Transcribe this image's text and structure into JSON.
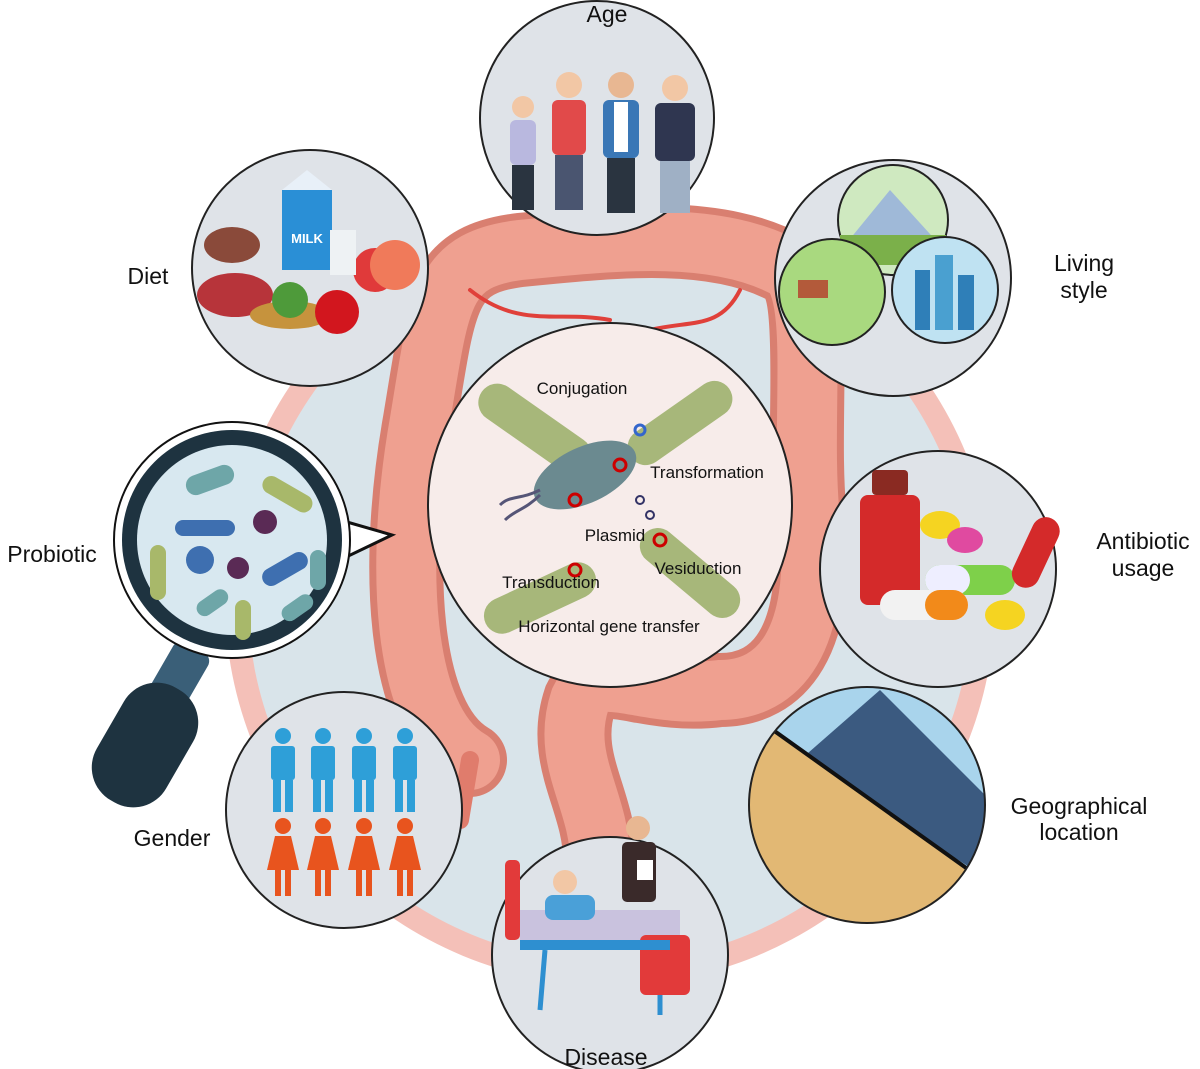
{
  "labels": {
    "age": "Age",
    "diet": "Diet",
    "living_style": [
      "Living",
      "style"
    ],
    "probiotic": "Probiotic",
    "antibiotic_usage": [
      "Antibiotic",
      "usage"
    ],
    "gender": "Gender",
    "geographical_location": [
      "Geographical",
      "location"
    ],
    "disease": "Disease"
  },
  "center": {
    "title": "Horizontal gene transfer",
    "mechanisms": {
      "conjugation": "Conjugation",
      "transformation": "Transformation",
      "plasmid": "Plasmid",
      "transduction": "Transduction",
      "vesiduction": "Vesiduction"
    }
  },
  "diet_logo_text": "MILK",
  "colors": {
    "background_disk": "#d9e4ea",
    "ring": "#f4c0b8",
    "intestine": "#ec9a8a",
    "male": "#2e9fd8",
    "female": "#e8541e",
    "magnifier": "#1e3340"
  }
}
